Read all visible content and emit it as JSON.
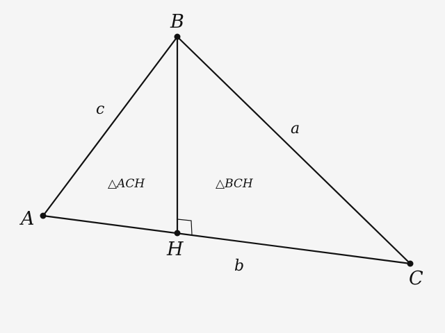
{
  "vertices": {
    "A": "A",
    "B": "B",
    "C": "C",
    "H": "H"
  },
  "sides": {
    "a": "a",
    "b": "b",
    "c": "c"
  },
  "regions": {
    "left_triangle": "△ACH",
    "right_triangle": "△BCH"
  },
  "colors": {
    "stroke": "#111111",
    "background": "#f5f5f5"
  }
}
